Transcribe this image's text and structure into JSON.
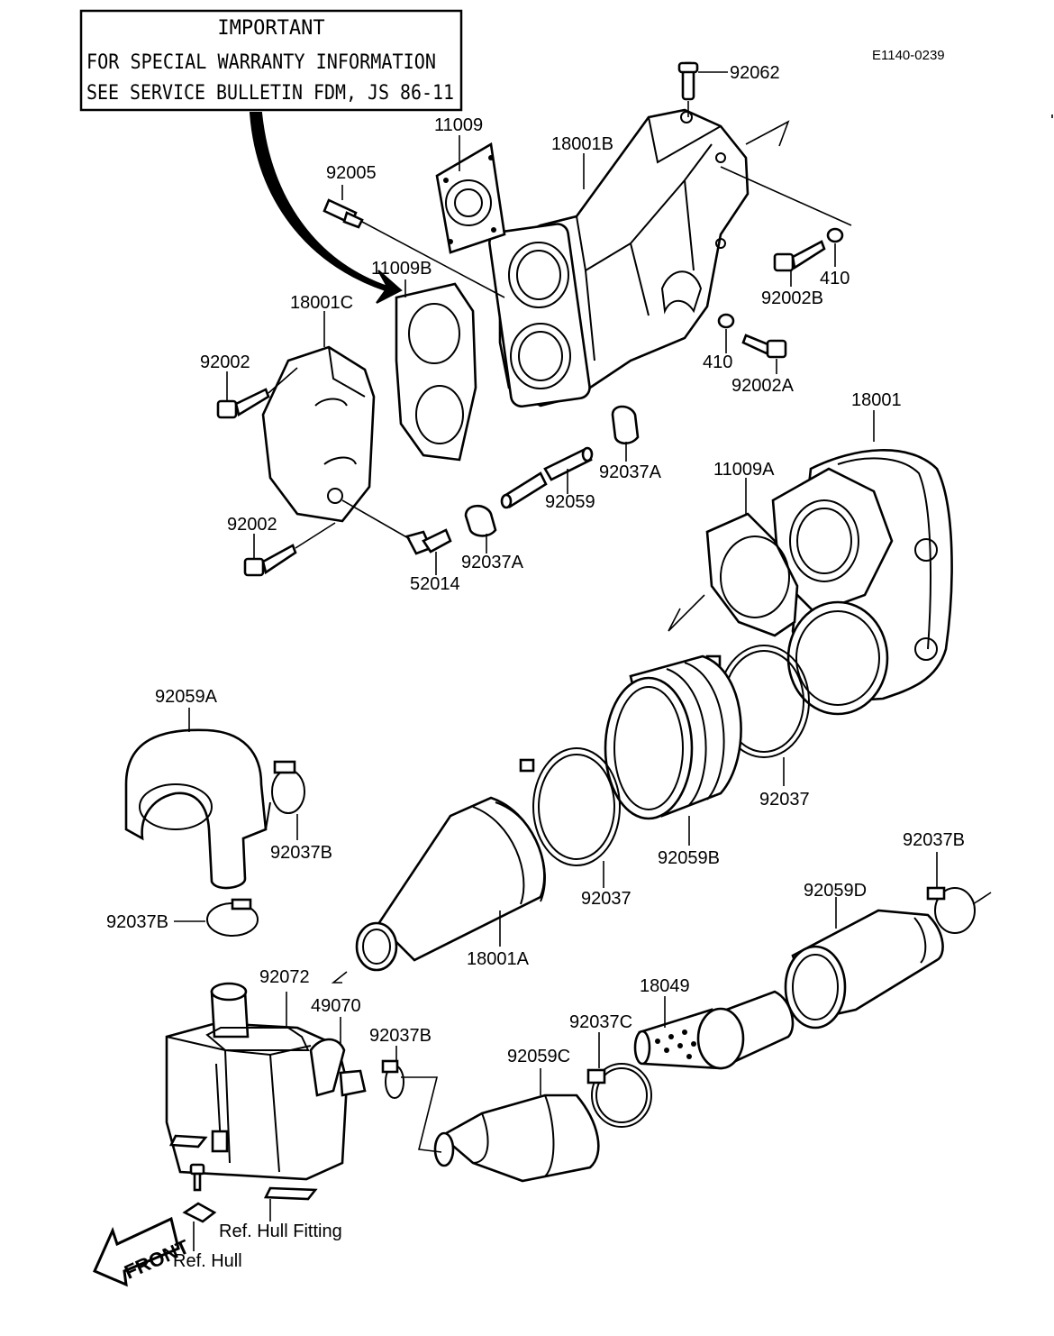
{
  "drawing_code": "E1140-0239",
  "notice": {
    "title": "IMPORTANT",
    "line1": "FOR SPECIAL WARRANTY INFORMATION",
    "line2": "SEE SERVICE BULLETIN FDM, JS 86-11"
  },
  "front_label": "FRONT",
  "parts": {
    "p92062": "92062",
    "p11009": "11009",
    "p18001B": "18001B",
    "p92005": "92005",
    "p11009B": "11009B",
    "p18001C": "18001C",
    "p92002a": "92002",
    "p92002b": "92002",
    "p410a": "410",
    "p410b": "410",
    "p92002B": "92002B",
    "p92002A": "92002A",
    "p18001": "18001",
    "p92037Aa": "92037A",
    "p92037Ab": "92037A",
    "p92059": "92059",
    "p11009A": "11009A",
    "p52014": "52014",
    "p92059A": "92059A",
    "p92037Ba": "92037B",
    "p92037Bb": "92037B",
    "p92037Bc": "92037B",
    "p92037Bd": "92037B",
    "p92037a": "92037",
    "p92037b": "92037",
    "p92059B": "92059B",
    "p18001A": "18001A",
    "p92059D": "92059D",
    "p92072": "92072",
    "p49070": "49070",
    "p18049": "18049",
    "p92037C": "92037C",
    "p92059C": "92059C"
  },
  "refs": {
    "hull_fitting": "Ref. Hull Fitting",
    "hull": "Ref. Hull"
  }
}
